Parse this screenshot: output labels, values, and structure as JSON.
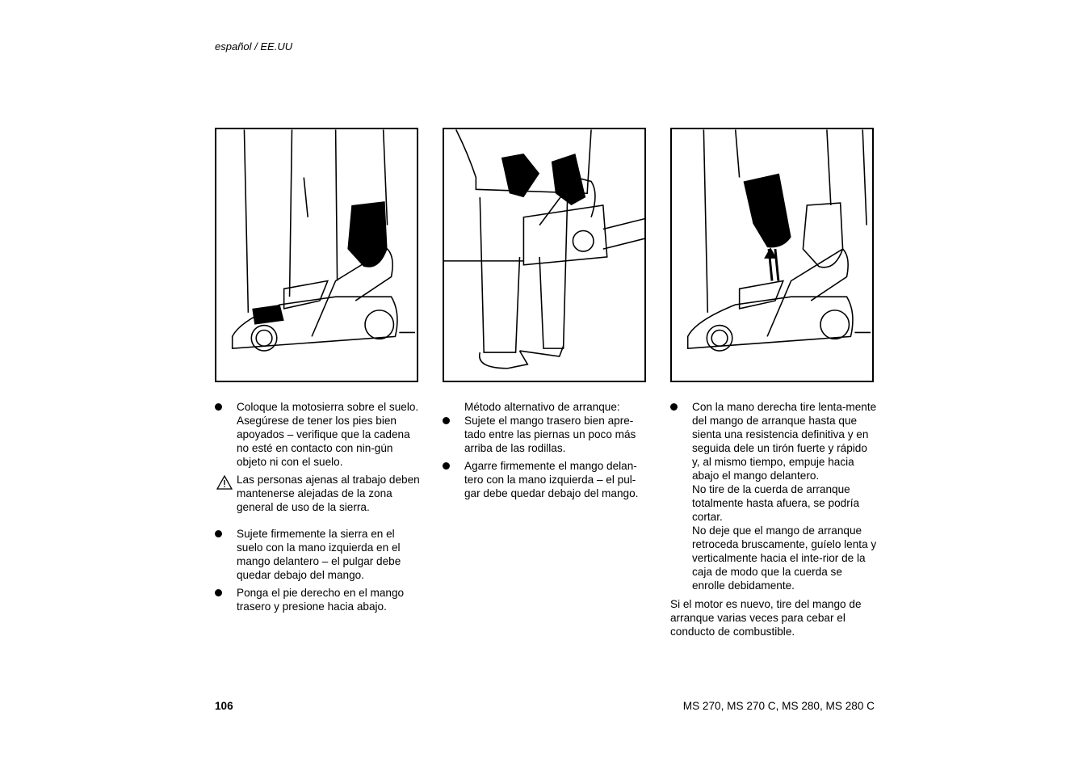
{
  "header": {
    "language": "español / EE.UU"
  },
  "figures": [
    {
      "name": "figure-left"
    },
    {
      "name": "figure-middle"
    },
    {
      "name": "figure-right"
    }
  ],
  "columns": {
    "left": {
      "bullet1": "Coloque la motosierra sobre el suelo.  Asegúrese de tener los pies bien apoyados – verifique que la cadena no esté en contacto con nin-gún objeto ni con el suelo.",
      "warning": "Las personas ajenas al trabajo deben mantenerse alejadas de la zona general de uso de la sierra.",
      "bullet2": "Sujete firmemente la sierra en el suelo con la mano izquierda en el mango delantero – el pulgar debe quedar debajo del mango.",
      "bullet3": "Ponga el pie derecho en el mango trasero y presione hacia abajo."
    },
    "middle": {
      "intro": "Método alternativo de arranque:",
      "bullet1": "Sujete el mango trasero bien apre-tado entre las piernas un poco más arriba de las rodillas.",
      "bullet2": "Agarre firmemente el mango delan-tero con la mano izquierda – el pul-gar debe quedar debajo del mango."
    },
    "right": {
      "bullet1": "Con la mano derecha tire lenta-mente del mango de arranque hasta que sienta una resistencia definitiva y en seguida dele un tirón fuerte y rápido y, al mismo tiempo, empuje hacia abajo el mango delantero.",
      "note1": "No tire de la cuerda de arranque totalmente hasta afuera, se podría cortar.",
      "note2": "No deje que el mango de arranque retroceda bruscamente, guíelo lenta y verticalmente hacia el inte-rior de la caja de modo que la cuerda se enrolle debidamente.",
      "closing": "Si el motor es nuevo, tire del mango de arranque varias veces para cebar el conducto de combustible."
    }
  },
  "footer": {
    "page_number": "106",
    "models": "MS 270, MS 270 C, MS 280, MS 280 C"
  }
}
